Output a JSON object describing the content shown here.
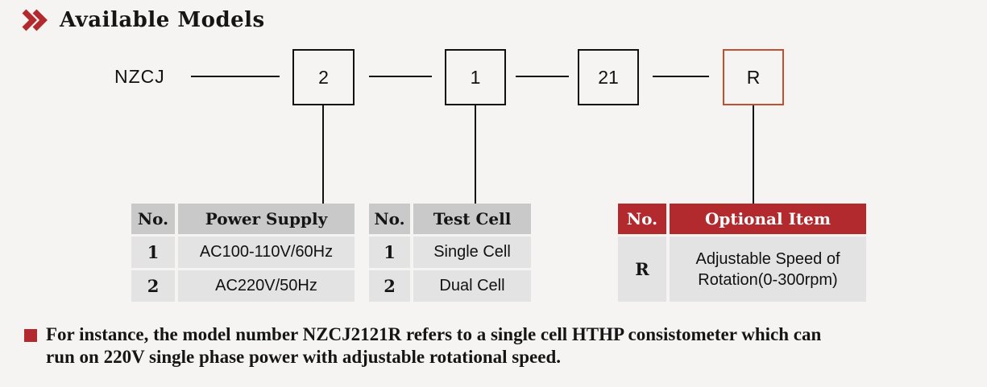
{
  "page": {
    "background_color": "#f5f4f2",
    "accent_color": "#b2292e",
    "highlight_border_color": "#c05030"
  },
  "header": {
    "title": "Available Models",
    "chevron_icon": "double-chevron-right"
  },
  "model_diagram": {
    "prefix": "NZCJ",
    "segments": [
      {
        "code": "2",
        "highlighted": false
      },
      {
        "code": "1",
        "highlighted": false
      },
      {
        "code": "21",
        "highlighted": false
      },
      {
        "code": "R",
        "highlighted": true
      }
    ]
  },
  "tables": [
    {
      "id": "power-supply",
      "header_style": "gray",
      "headers": [
        "No.",
        "Power Supply"
      ],
      "rows": [
        [
          "1",
          "AC100-110V/60Hz"
        ],
        [
          "2",
          "AC220V/50Hz"
        ]
      ]
    },
    {
      "id": "test-cell",
      "header_style": "gray",
      "headers": [
        "No.",
        "Test Cell"
      ],
      "rows": [
        [
          "1",
          "Single Cell"
        ],
        [
          "2",
          "Dual Cell"
        ]
      ]
    },
    {
      "id": "optional-item",
      "header_style": "red",
      "headers": [
        "No.",
        "Optional Item"
      ],
      "rows": [
        [
          "R",
          "Adjustable Speed of Rotation(0-300rpm)"
        ]
      ]
    }
  ],
  "note": {
    "bullet_icon": "red-square-bullet",
    "line1": "For instance, the model number NZCJ2121R refers to a single cell HTHP consistometer which can",
    "line2": "run on 220V single phase power with adjustable rotational speed."
  }
}
